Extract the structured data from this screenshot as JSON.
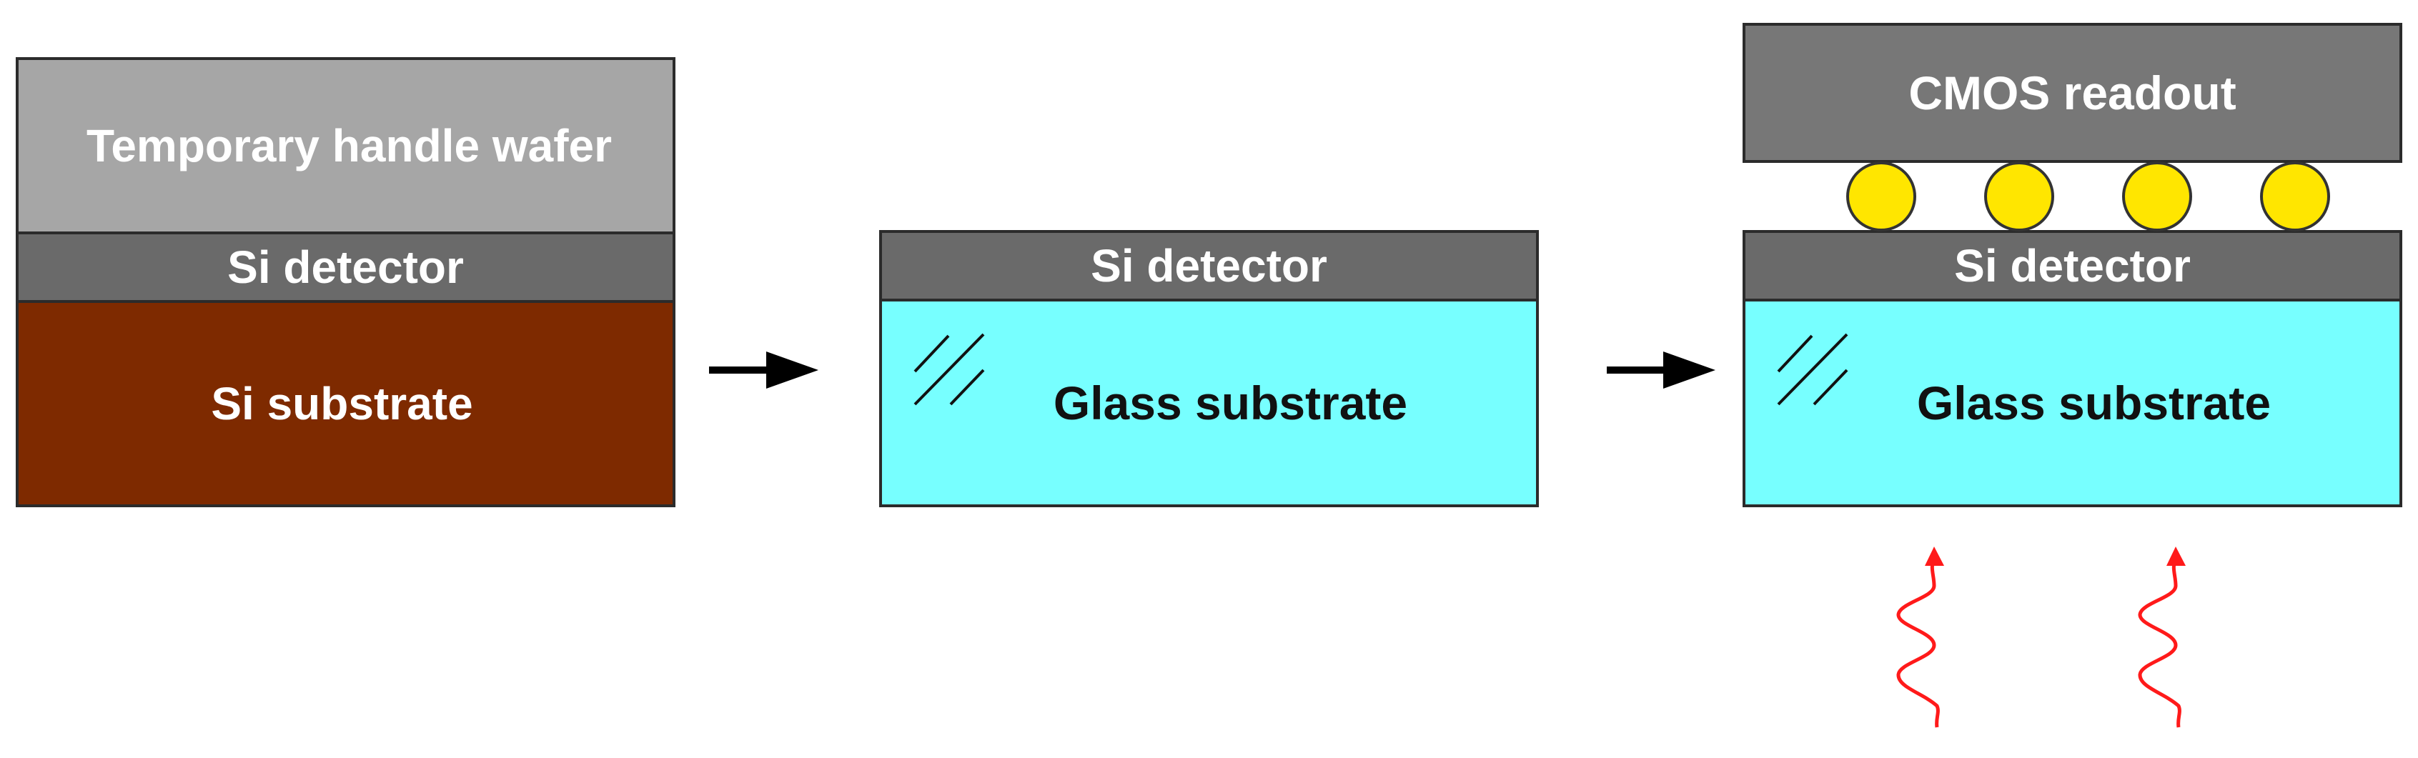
{
  "stage1": {
    "handle_label": "Temporary handle wafer",
    "detector_label": "Si detector",
    "substrate_label": "Si substrate"
  },
  "stage2": {
    "detector_label": "Si detector",
    "substrate_label": "Glass substrate"
  },
  "stage3": {
    "readout_label": "CMOS readout",
    "detector_label": "Si detector",
    "substrate_label": "Glass substrate",
    "bump_count": 4,
    "radiation_count": 2
  },
  "colors": {
    "handle": "#a6a6a6",
    "detector": "#6a6a6a",
    "si_substrate": "#7e2a00",
    "glass": "#77ffff",
    "cmos": "#777777",
    "bump": "#ffe600",
    "radiation": "#ff1a1a"
  },
  "icons": [
    "right-arrow-icon",
    "glass-hatch-icon",
    "solder-bump-icon",
    "radiation-wave-icon"
  ]
}
